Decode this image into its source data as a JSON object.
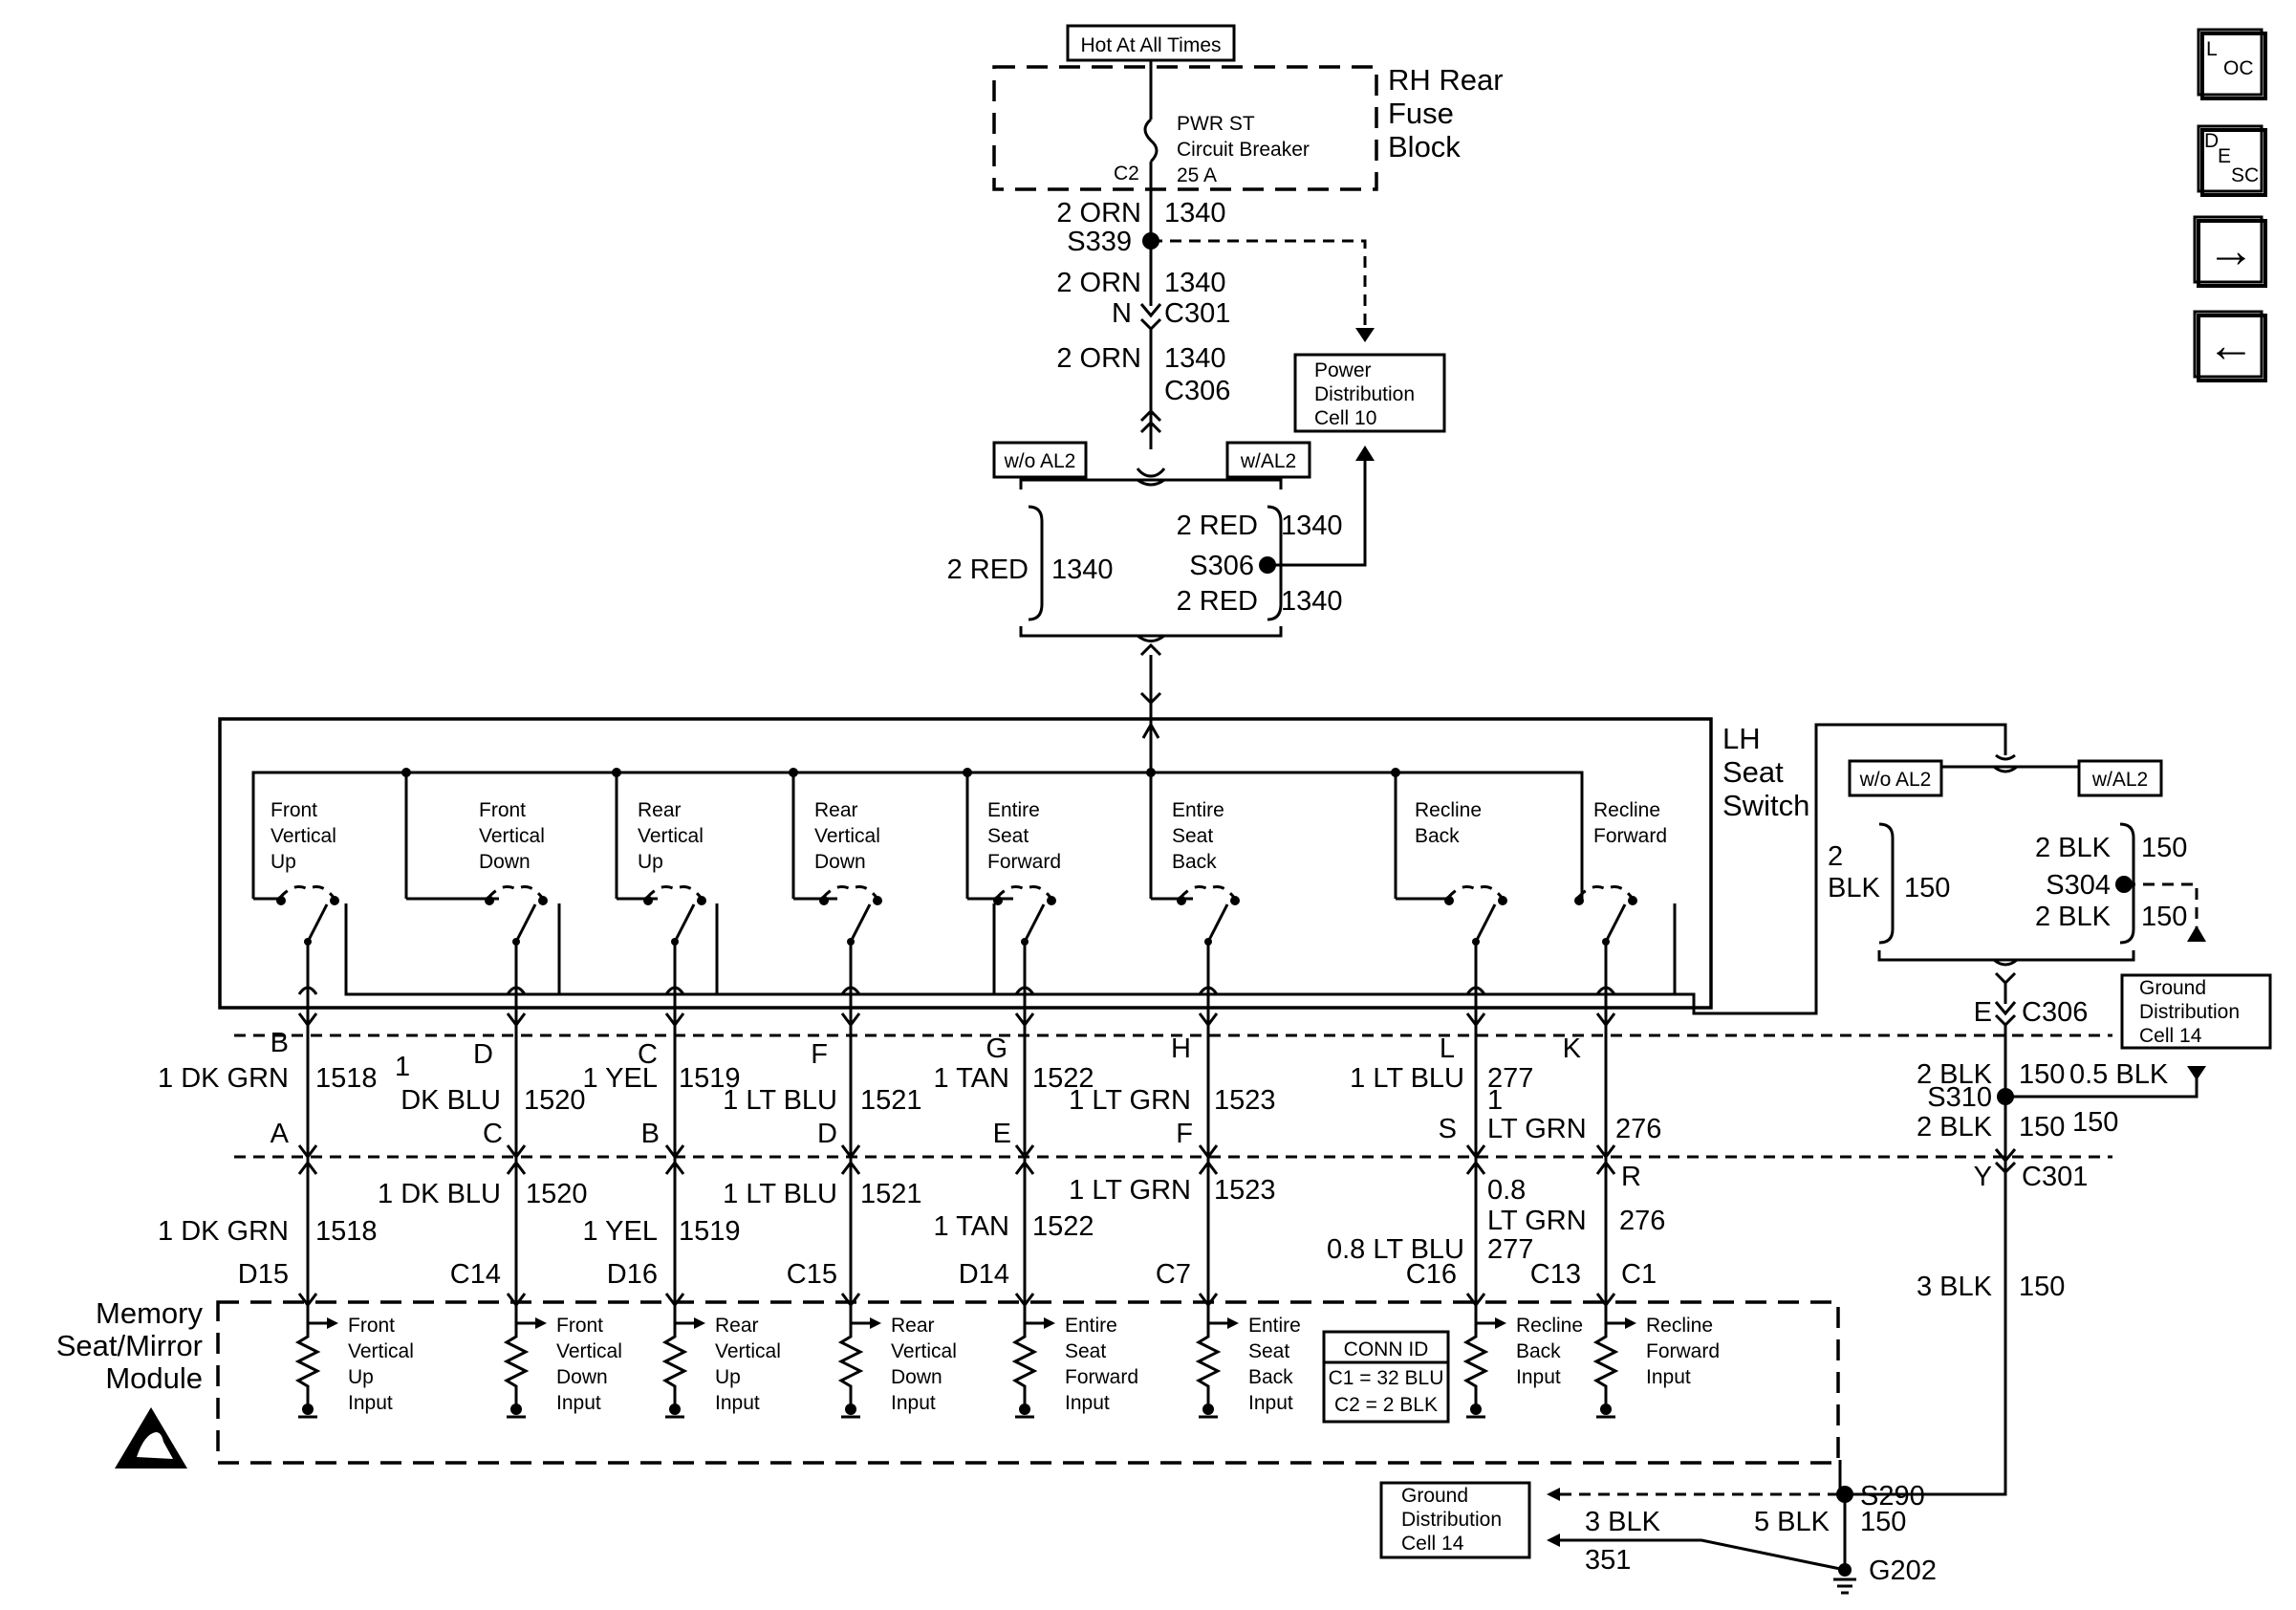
{
  "top": {
    "hot_label": "Hot At All Times",
    "fuse_block_line1": "RH Rear",
    "fuse_block_line2": "Fuse",
    "fuse_block_line3": "Block",
    "breaker_line1": "PWR ST",
    "breaker_line2": "Circuit Breaker",
    "breaker_line3": "25 A",
    "breaker_pin": "C2"
  },
  "feed": {
    "w1_size": "2 ORN",
    "w1_circ": "1340",
    "splice1": "S339",
    "w2_size": "2 ORN",
    "w2_circ": "1340",
    "w2_pin": "N",
    "conn1": "C301",
    "w3_size": "2 ORN",
    "w3_circ": "1340",
    "conn2": "C306",
    "pdc_line1": "Power",
    "pdc_line2": "Distribution",
    "pdc_line3": "Cell 10",
    "opt_left": "w/o AL2",
    "opt_right": "w/AL2",
    "left_size": "2 RED",
    "left_circ": "1340",
    "right_top_size": "2 RED",
    "right_top_circ": "1340",
    "splice2": "S306",
    "right_bot_size": "2 RED",
    "right_bot_circ": "1340"
  },
  "switch_box": {
    "title1": "LH",
    "title2": "Seat",
    "title3": "Switch",
    "switches": [
      {
        "l1": "Front",
        "l2": "Vertical",
        "l3": "Up"
      },
      {
        "l1": "Front",
        "l2": "Vertical",
        "l3": "Down"
      },
      {
        "l1": "Rear",
        "l2": "Vertical",
        "l3": "Up"
      },
      {
        "l1": "Rear",
        "l2": "Vertical",
        "l3": "Down"
      },
      {
        "l1": "Entire",
        "l2": "Seat",
        "l3": "Forward"
      },
      {
        "l1": "Entire",
        "l2": "Seat",
        "l3": "Back"
      },
      {
        "l1": "Recline",
        "l2": "Back",
        "l3": ""
      },
      {
        "l1": "Recline",
        "l2": "Forward",
        "l3": ""
      }
    ]
  },
  "ground_right": {
    "opt_left": "w/o AL2",
    "opt_right": "w/AL2",
    "left_size1": "2",
    "left_size2": "BLK",
    "left_circ": "150",
    "r_top_size": "2 BLK",
    "r_top_circ": "150",
    "splice": "S304",
    "r_bot_size": "2 BLK",
    "r_bot_circ": "150",
    "gdc_line1": "Ground",
    "gdc_line2": "Distribution",
    "gdc_line3": "Cell 14",
    "c306_pin": "E",
    "c306": "C306",
    "s310_size": "2 BLK",
    "s310_circ": "150",
    "s310_branch": "0.5 BLK",
    "s310": "S310",
    "after_size": "2 BLK",
    "after_circ": "150",
    "after_circ2": "150",
    "c301_pin": "Y",
    "c301": "C301",
    "g_size": "3 BLK",
    "g_circ": "150"
  },
  "upper_wires": [
    {
      "pin_top": "B",
      "size": "1 DK GRN",
      "circ": "1518",
      "pin_bot": "A"
    },
    {
      "pin_top": "D",
      "size1": "1",
      "size2": "DK BLU",
      "circ": "1520",
      "pin_bot": "C"
    },
    {
      "pin_top": "C",
      "size": "1 YEL",
      "circ": "1519",
      "pin_bot": "B"
    },
    {
      "pin_top": "F",
      "size": "1 LT BLU",
      "circ": "1521",
      "pin_bot": "D"
    },
    {
      "pin_top": "G",
      "size": "1 TAN",
      "circ": "1522",
      "pin_bot": "E"
    },
    {
      "pin_top": "H",
      "size": "1 LT GRN",
      "circ": "1523",
      "pin_bot": "F"
    },
    {
      "pin_top": "L",
      "size": "1 LT BLU",
      "circ": "277",
      "size2a": "1",
      "size2b": "LT GRN",
      "pin_bot": "S"
    },
    {
      "pin_top": "K",
      "circ": "276",
      "pin_bot": ""
    }
  ],
  "lower_wires": [
    {
      "size": "1 DK GRN",
      "circ": "1518",
      "pin": "D15"
    },
    {
      "size": "1 DK BLU",
      "circ": "1520",
      "pin": "C14"
    },
    {
      "size": "1 YEL",
      "circ": "1519",
      "pin": "D16"
    },
    {
      "size": "1 LT BLU",
      "circ": "1521",
      "pin": "C15"
    },
    {
      "size": "1 TAN",
      "circ": "1522",
      "pin": "D14"
    },
    {
      "size": "1 LT GRN",
      "circ": "1523",
      "pin": "C7"
    },
    {
      "size": "0.8 LT BLU",
      "circ": "277",
      "pin": "C16"
    },
    {
      "size1": "0.8",
      "size2": "LT GRN",
      "circ": "276",
      "circ2": "277",
      "pin": "C13",
      "pin2": "C1",
      "pin_r": "R"
    }
  ],
  "module": {
    "title1": "Memory",
    "title2": "Seat/Mirror",
    "title3": "Module",
    "inputs": [
      {
        "l1": "Front",
        "l2": "Vertical",
        "l3": "Up",
        "l4": "Input"
      },
      {
        "l1": "Front",
        "l2": "Vertical",
        "l3": "Down",
        "l4": "Input"
      },
      {
        "l1": "Rear",
        "l2": "Vertical",
        "l3": "Up",
        "l4": "Input"
      },
      {
        "l1": "Rear",
        "l2": "Vertical",
        "l3": "Down",
        "l4": "Input"
      },
      {
        "l1": "Entire",
        "l2": "Seat",
        "l3": "Forward",
        "l4": "Input"
      },
      {
        "l1": "Entire",
        "l2": "Seat",
        "l3": "Back",
        "l4": "Input"
      },
      {
        "l1": "Recline",
        "l2": "Back",
        "l3": "Input",
        "l4": ""
      },
      {
        "l1": "Recline",
        "l2": "Forward",
        "l3": "Input",
        "l4": ""
      }
    ],
    "conn_title": "CONN ID",
    "conn1": "C1 = 32 BLU",
    "conn2": "C2 = 2 BLK"
  },
  "bottom": {
    "gdc_line1": "Ground",
    "gdc_line2": "Distribution",
    "gdc_line3": "Cell 14",
    "w_size": "3 BLK",
    "w_circ": "351",
    "s_size": "5 BLK",
    "s_circ": "150",
    "splice": "S290",
    "ground": "G202"
  },
  "nav": {
    "loc": "L",
    "loc_sub": "OC",
    "desc": "D",
    "desc_mid": "E",
    "desc_sub": "SC",
    "next": "→",
    "prev": "←"
  }
}
